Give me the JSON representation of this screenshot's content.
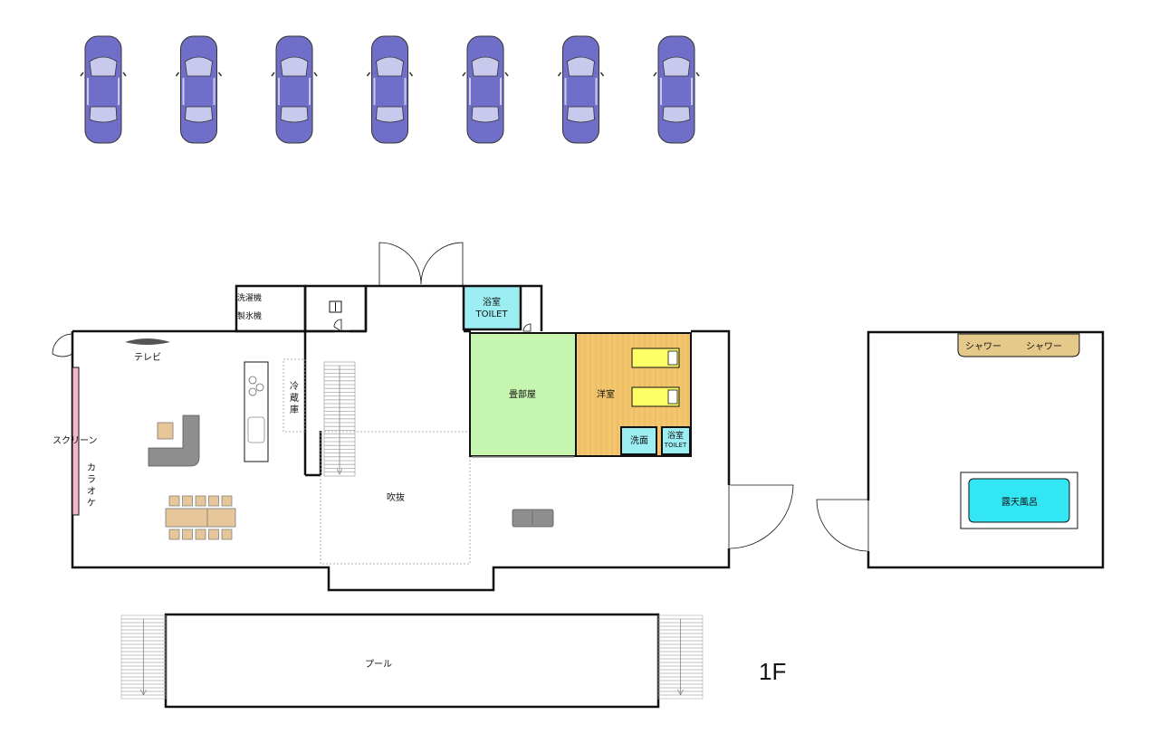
{
  "floor_label": "1F",
  "rooms": {
    "laundry": "洗濯機",
    "ice_machine": "製氷機",
    "bath_toilet_top": "浴室",
    "bath_toilet_top_sub": "TOILET",
    "tatami": "畳部屋",
    "western_room": "洋室",
    "washroom": "洗面",
    "bath_small": "浴室",
    "bath_small_sub": "TOILET",
    "tv": "テレビ",
    "fridge": "冷蔵庫",
    "screen": "スクリーン",
    "karaoke": "カラオケ",
    "atrium": "吹抜",
    "pool": "プール",
    "shower_1": "シャワー",
    "shower_2": "シャワー",
    "outdoor_bath": "露天風呂"
  },
  "parking": {
    "car_count": 7
  },
  "colors": {
    "car_body": "#6f6fc9",
    "car_glass": "#c9c9ee",
    "tatami": "#c6f5b0",
    "western_floor": "#f3c66e",
    "bath_blue": "#9ceef3",
    "bed": "#ffff66",
    "shower_bar": "#e5c98a",
    "outdoor_bath": "#33e6f3",
    "sofa": "#8e8e8e",
    "table": "#e7c79a"
  }
}
